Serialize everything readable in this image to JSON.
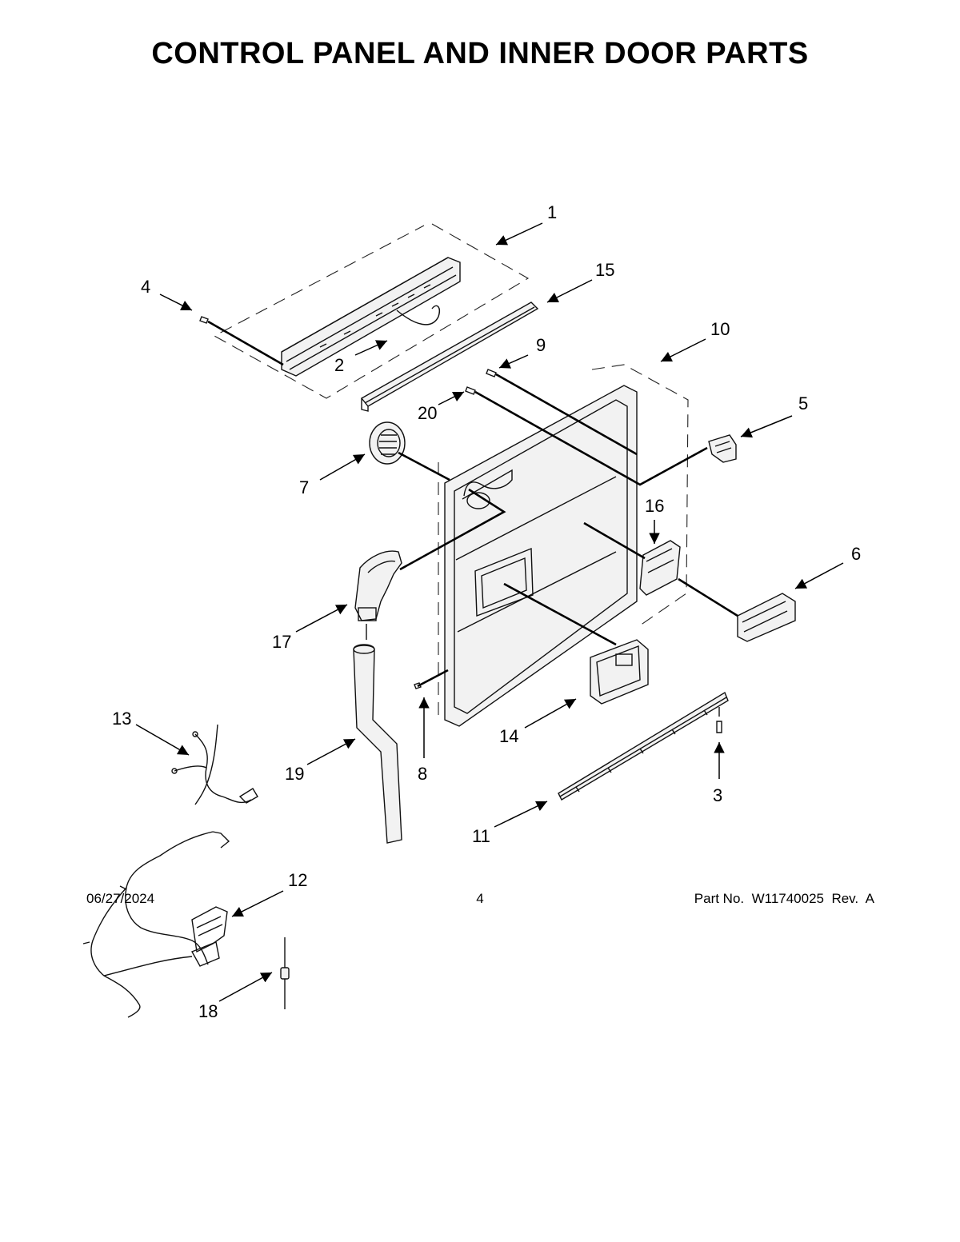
{
  "title": "CONTROL PANEL AND INNER DOOR PARTS",
  "callouts": [
    "1",
    "2",
    "3",
    "4",
    "5",
    "6",
    "7",
    "8",
    "9",
    "10",
    "11",
    "12",
    "13",
    "14",
    "15",
    "16",
    "17",
    "18",
    "19",
    "20"
  ],
  "footer": {
    "date": "06/27/2024",
    "page": "4",
    "part": "Part No.  W11740025  Rev.  A"
  }
}
